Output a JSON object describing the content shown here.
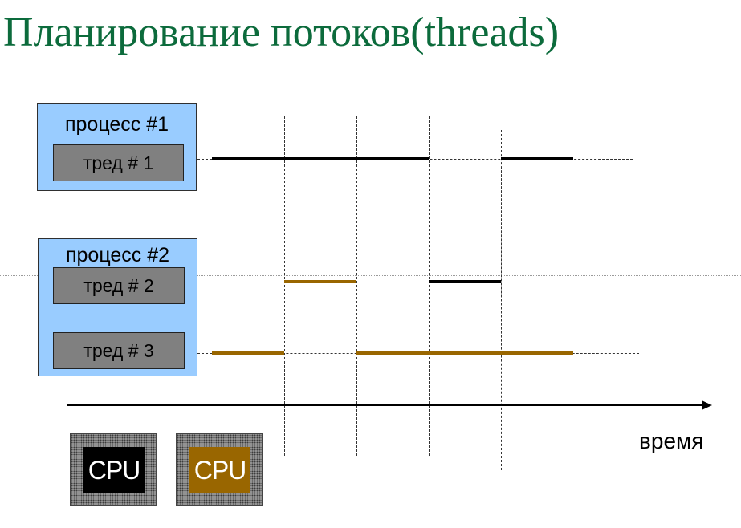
{
  "title": "Планирование потоков(threads)",
  "colors": {
    "title": "#0c6b3c",
    "process_bg": "#99ccff",
    "thread_bg": "#808080",
    "cpu1": "#000000",
    "cpu2": "#996600"
  },
  "processes": [
    {
      "label": "процесс #1",
      "threads": [
        "тред # 1"
      ]
    },
    {
      "label": "процесс #2",
      "threads": [
        "тред # 2",
        "тред # 3"
      ]
    }
  ],
  "axis": {
    "label": "время"
  },
  "cpus": [
    {
      "label": "CPU",
      "color": "#000000"
    },
    {
      "label": "CPU",
      "color": "#996600"
    }
  ],
  "schedule": {
    "slots": 5,
    "rows": [
      {
        "thread": "тред # 1",
        "cpu_by_slot": [
          1,
          1,
          1,
          null,
          1
        ]
      },
      {
        "thread": "тред # 2",
        "cpu_by_slot": [
          null,
          2,
          null,
          1,
          null
        ]
      },
      {
        "thread": "тред # 3",
        "cpu_by_slot": [
          2,
          null,
          2,
          2,
          2
        ]
      }
    ]
  }
}
